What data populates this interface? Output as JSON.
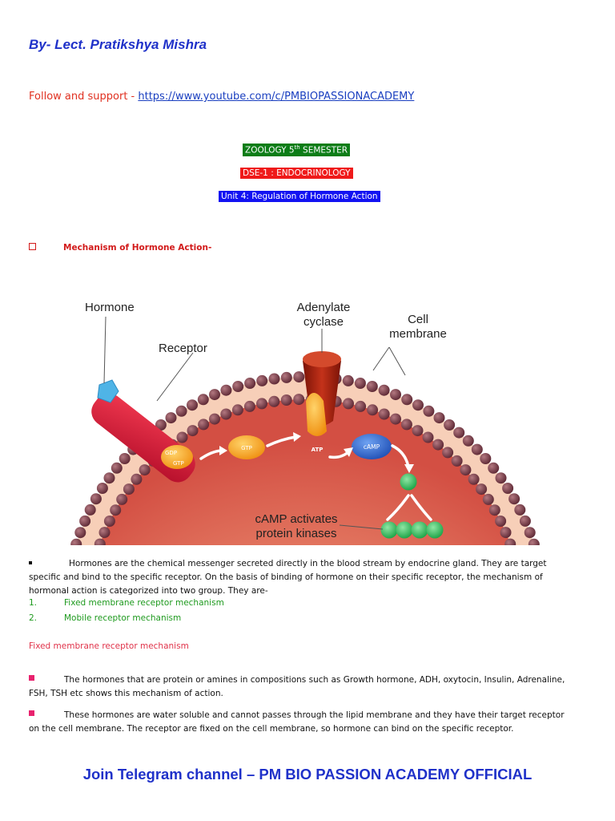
{
  "header": {
    "author": "By- Lect. Pratikshya Mishra",
    "follow_label": "Follow and support - ",
    "follow_link": "https://www.youtube.com/c/PMBIOPASSIONACADEMY"
  },
  "tags": {
    "semester_pre": "ZOOLOGY 5",
    "semester_sup": "th",
    "semester_post": " SEMESTER",
    "course": "DSE-1 : ENDOCRINOLOGY",
    "unit": "Unit 4: Regulation of Hormone Action"
  },
  "section_title": "Mechanism of Hormone Action-",
  "figure": {
    "labels": {
      "hormone": "Hormone",
      "receptor": "Receptor",
      "adenylate1": "Adenylate",
      "adenylate2": "cyclase",
      "cell1": "Cell",
      "cell2": "membrane",
      "gdp": "GDP",
      "gtp_small": "GTP",
      "gtp": "GTP",
      "atp": "ATP",
      "camp": "cAMP",
      "activates1": "cAMP activates",
      "activates2": "protein kinases"
    },
    "colors": {
      "cell_inner": "#d8574a",
      "cell_outer": "#f3b39a",
      "lipid_head": "#7a3f48",
      "receptor": "#d7163a",
      "hormone": "#4fb4e6",
      "cyclase_top": "#b51f0d",
      "gtp": "#f4a21a",
      "camp": "#2f6fd2",
      "kinase": "#2dbb5a"
    }
  },
  "body": {
    "intro": "Hormones are the chemical messenger secreted directly in the blood stream by endocrine gland. They are target specific and bind to the specific receptor. On the basis of binding of hormone on their specific receptor, the mechanism of hormonal action is categorized into two group. They are-",
    "list": [
      {
        "num": "1.",
        "text": "Fixed membrane receptor mechanism"
      },
      {
        "num": "2.",
        "text": "Mobile receptor mechanism"
      }
    ],
    "subheading": "Fixed membrane receptor mechanism",
    "point1": "The hormones that are protein or amines in compositions such as Growth hormone, ADH, oxytocin, Insulin, Adrenaline, FSH, TSH etc shows this mechanism of action.",
    "point2": "These hormones are water soluble and cannot passes through the lipid membrane and they have their target receptor on the cell membrane. The receptor are fixed on the cell membrane, so hormone can bind on the specific receptor."
  },
  "footer": "Join Telegram channel – PM BIO PASSION ACADEMY OFFICIAL"
}
